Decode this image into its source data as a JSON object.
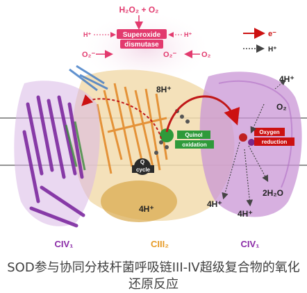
{
  "top_label": "H₂O₂ + O₂",
  "sod_label_line1": "Superoxide",
  "sod_label_line2": "dismutase",
  "h_left_label": "H⁺",
  "h_right_label": "H⁺",
  "o2_left_label": "O₂⁻",
  "o2_center_label": "O₂⁻",
  "o2_right_label": "O₂",
  "legend": {
    "electron": "e⁻",
    "proton": "H⁺"
  },
  "labels": {
    "h8": "8H⁺",
    "h4_top": "4H⁺",
    "o2_side": "O₂",
    "quinol_line1": "Quinol",
    "quinol_line2": "oxidation",
    "q_cycle_line1": "Q",
    "q_cycle_line2": "cycle",
    "oxygen_line1": "Oxygen",
    "oxygen_line2": "reduction",
    "h2o": "2H₂O",
    "h4_bottom_left": "4H⁺",
    "h4_bottom_mid": "4H⁺",
    "h4_bottom_right": "4H⁺"
  },
  "subunits": {
    "left": "CIV₁",
    "center": "CIII₂",
    "right": "CIV₁"
  },
  "caption": {
    "line1": "SOD参与协同分枝杆菌呼吸链III-IV超级复合物的氧化",
    "line2": "还原反应"
  },
  "colors": {
    "civ": "#8a2aa6",
    "ciii": "#f0a040",
    "sod": "#e23a6e",
    "electron_arrow": "#cc1111",
    "proton_arrow": "#444444"
  }
}
